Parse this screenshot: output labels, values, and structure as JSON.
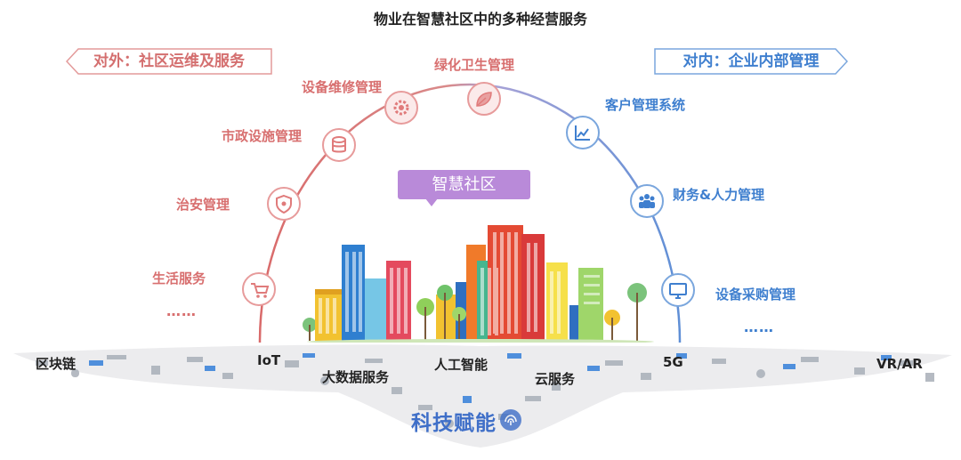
{
  "title": "物业在智慧社区中的多种经营服务",
  "external": {
    "banner": "对外：社区运维及服务",
    "items": [
      "绿化卫生管理",
      "设备维修管理",
      "市政设施管理",
      "治安管理",
      "生活服务"
    ],
    "ellipsis": "……"
  },
  "internal": {
    "banner": "对内：企业内部管理",
    "items": [
      "客户管理系统",
      "财务&人力管理",
      "设备采购管理"
    ],
    "ellipsis": "……"
  },
  "center": {
    "label": "智慧社区"
  },
  "technologies": [
    "区块链",
    "IoT",
    "大数据服务",
    "人工智能",
    "云服务",
    "5G",
    "VR/AR"
  ],
  "tech_title": "科技赋能",
  "icons": {
    "greening": "leaf-icon",
    "equipment": "gear-icon",
    "municipal": "database-icon",
    "security": "shield-icon",
    "living": "cart-icon",
    "crm": "chart-icon",
    "finance": "people-icon",
    "procurement": "monitor-icon"
  },
  "colors": {
    "external": "#d86f6f",
    "internal": "#3f7fcf",
    "center": "#b98ad9",
    "tech": "#3f6fc8"
  }
}
